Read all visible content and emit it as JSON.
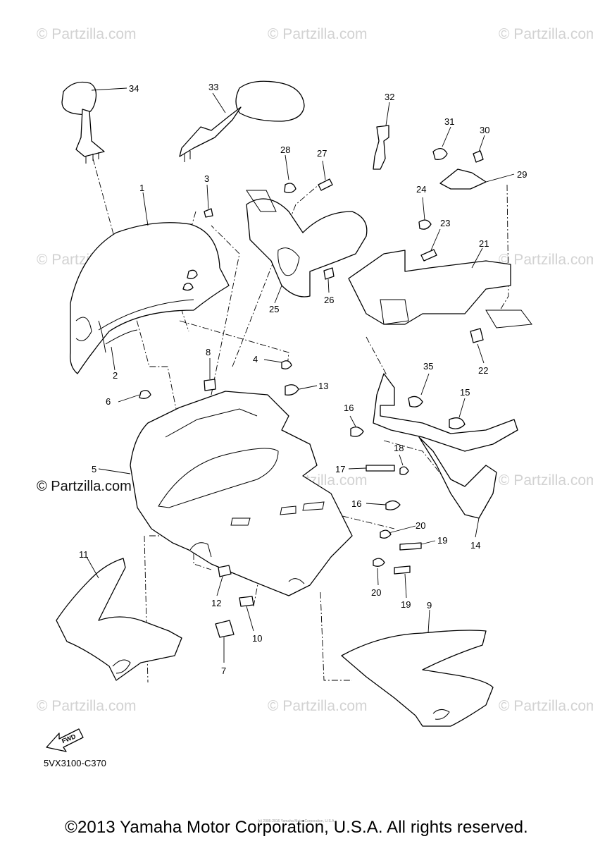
{
  "watermark_text": "© Partzilla.com",
  "diagram_code": "5VX3100-C370",
  "copyright_small": "(c) 2005-2016 Yamaha Motor Corporation, U.S.A.",
  "copyright": "©2013 Yamaha Motor Corporation, U.S.A. All rights reserved.",
  "fwd_label": "FWD",
  "callouts": [
    {
      "label": "34"
    },
    {
      "label": "33"
    },
    {
      "label": "32"
    },
    {
      "label": "31"
    },
    {
      "label": "30"
    },
    {
      "label": "29"
    },
    {
      "label": "28"
    },
    {
      "label": "27"
    },
    {
      "label": "24"
    },
    {
      "label": "23"
    },
    {
      "label": "21"
    },
    {
      "label": "1"
    },
    {
      "label": "3"
    },
    {
      "label": "26"
    },
    {
      "label": "25"
    },
    {
      "label": "22"
    },
    {
      "label": "2"
    },
    {
      "label": "8"
    },
    {
      "label": "4"
    },
    {
      "label": "13"
    },
    {
      "label": "35"
    },
    {
      "label": "15"
    },
    {
      "label": "6"
    },
    {
      "label": "16"
    },
    {
      "label": "18"
    },
    {
      "label": "17"
    },
    {
      "label": "5"
    },
    {
      "label": "16"
    },
    {
      "label": "20"
    },
    {
      "label": "19"
    },
    {
      "label": "14"
    },
    {
      "label": "11"
    },
    {
      "label": "20"
    },
    {
      "label": "19"
    },
    {
      "label": "12"
    },
    {
      "label": "10"
    },
    {
      "label": "9"
    },
    {
      "label": "7"
    }
  ]
}
